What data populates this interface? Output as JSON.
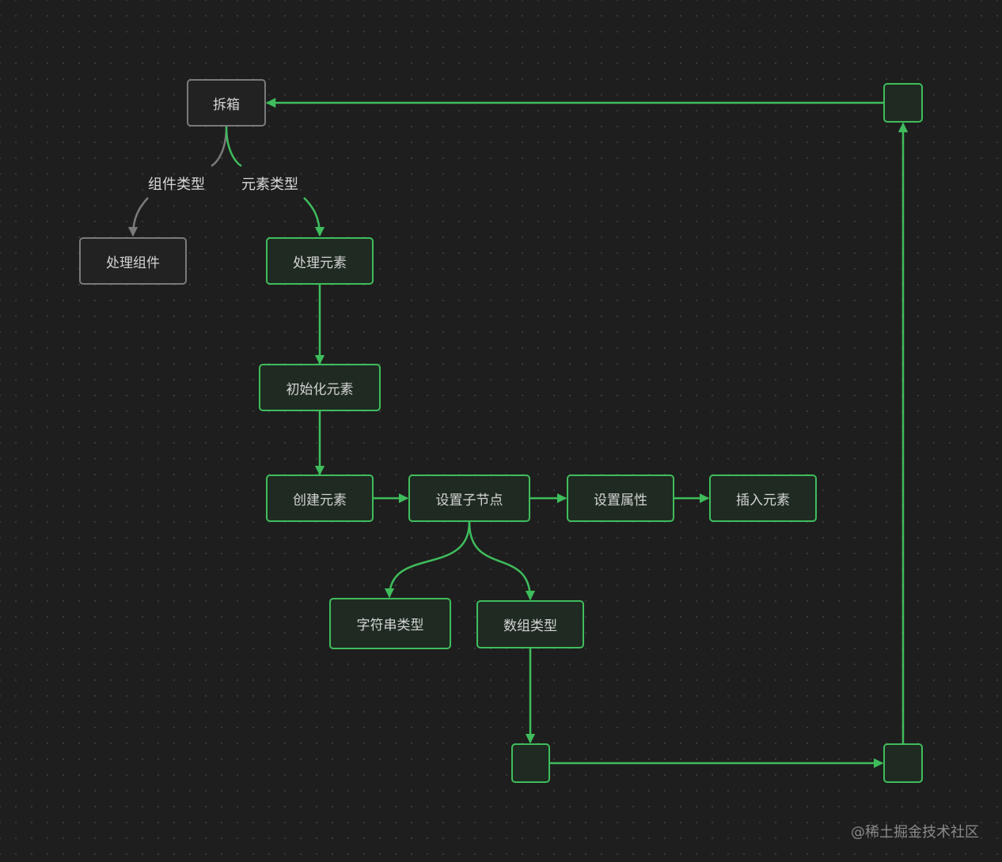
{
  "nodes": {
    "unbox": "拆箱",
    "process_component": "处理组件",
    "process_element": "处理元素",
    "init_element": "初始化元素",
    "create_element": "创建元素",
    "set_children": "设置子节点",
    "set_attributes": "设置属性",
    "insert_element": "插入元素",
    "string_type": "字符串类型",
    "array_type": "数组类型"
  },
  "edge_labels": {
    "component_type": "组件类型",
    "element_type": "元素类型"
  },
  "watermark": "@稀土掘金技术社区",
  "colors": {
    "background": "#1e1e1e",
    "active_green": "#3fbd5c",
    "inactive_gray": "#7a7a7a",
    "text": "#d4d4d4"
  }
}
